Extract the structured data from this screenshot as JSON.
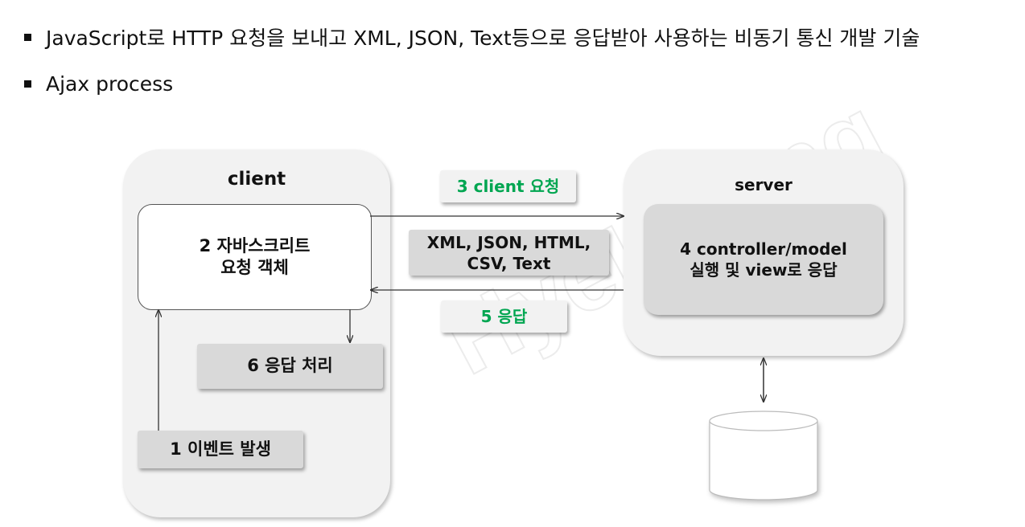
{
  "bullets": [
    "JavaScript로 HTTP 요청을 보내고 XML, JSON, Text등으로 응답받아 사용하는 비동기 통신 개발 기술",
    "Ajax process"
  ],
  "client": {
    "title": "client",
    "js_request_object": [
      "2 자바스크리트",
      "요청 객체"
    ],
    "response_handling": "6 응답 처리",
    "event": "1 이벤트 발생"
  },
  "server": {
    "title": "server",
    "controller": [
      "4 controller/model",
      "실행 및 view로 응답"
    ]
  },
  "flow": {
    "request_label": "3 client 요청",
    "formats": [
      "XML, JSON, HTML,",
      "CSV, Text"
    ],
    "response_label": "5 응답"
  },
  "watermark": "HyeKyung",
  "colors": {
    "step_label": "#00a651",
    "panel_bg": "#f2f2f2",
    "box_gray": "#d9d9d9"
  }
}
